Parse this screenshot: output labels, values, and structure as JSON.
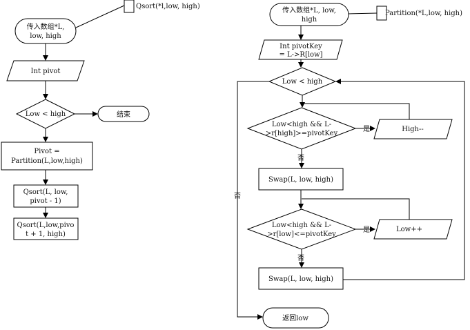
{
  "qsort": {
    "header": "Qsort(*l,low, high)",
    "start": [
      "传入数组*L,",
      "low, high"
    ],
    "declare": "Int pivot",
    "condition": "Low < high",
    "end": "结束",
    "partition_call": [
      "Pivot =",
      "Partition(L,low,high)"
    ],
    "recurse_left": [
      "Qsort(L, low,",
      "pivot - 1)"
    ],
    "recurse_right": [
      "Qsort(L,low,pivo",
      "t + 1, high)"
    ]
  },
  "partition": {
    "header": "Partition(*L,low, high)",
    "start": [
      "传入数组*L, low,",
      "high"
    ],
    "declare": [
      "Int pivotKey",
      "= L->R[low]"
    ],
    "outer_condition": "Low < high",
    "cond_high": [
      "Low<high && L-",
      ">r[high]>=pivotKey"
    ],
    "yes_label_1": "是",
    "dec_high": "High--",
    "no_label_1": "否",
    "swap_1": "Swap(L, low, high)",
    "cond_low": [
      "Low<high && L-",
      ">r[low]<=pivotKey"
    ],
    "yes_label_2": "是",
    "inc_low": "Low++",
    "no_label_2": "否",
    "swap_2": "Swap(L, low, high)",
    "no_label_outer": "否",
    "return": "返回low"
  }
}
